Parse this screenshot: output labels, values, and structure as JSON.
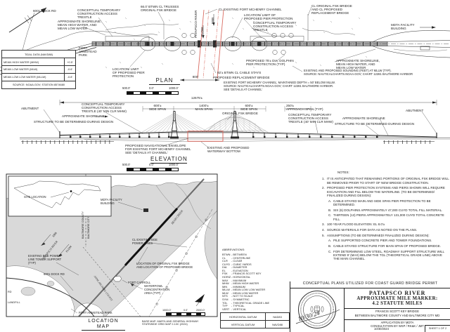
{
  "colors": {
    "red": "#d96a60",
    "line": "#2b2b2b",
    "water": "#d9d9d9"
  },
  "plan": {
    "title": "PLAN",
    "labels": {
      "dock_rd": "6001 DOCK RD",
      "temp_trestle_left": "CONCEPTUAL TEMPORARY\nCONSTRUCTION ACCESS\nTRESTLE",
      "shoreline_left": "APPROXIMATE SHORELINE:\nMEAN HIGH WATER, AND\nMEAN LOW WATER",
      "btwn_trusses": "66.0' BTWN CL TRUSSES\nORIGINAL FSK BRIDGE",
      "patapsco_river": "PATAPSCO RIVER",
      "flow": "FLOW",
      "ebb": "EBB",
      "mchenry_channel": "CL EXISTING FORT MCHENRY CHANNEL",
      "pier_prot_top": "LOCATION/ LIMIT OF\nPROPOSED PIER PROTECTION",
      "temp_trestle_mid": "CONCEPTUAL TEMPORARY\nCONSTRUCTION ACCESS\nTRESTLE",
      "cl_bridges": "CL ORIGINAL FSK BRIDGE\nAND CL PROPOSED\nREPLACEMENT BRIDGE",
      "mdta_facility": "MDTA FACILITY\nBUILDING",
      "fort_armstead": "FORT\nARMSTEAD\nPARK",
      "pier_prot_left": "LOCATION/ LIMIT\nOF PROPOSED PIER\nPROTECTION",
      "dolphins": "PROPOSED 75'± DIA. DOLPHIN\nPIER PROTECTION (TYP)",
      "shoreline_right": "APPROXIMATE SHORELINE,\nMEAN HIGH WATER, AND\nMEAN LOW WATER",
      "soundings": "EXISTING AND PROPOSED SOUNDING (FEET) AT MLLW (TYP).\nSOURCE: NAUTICALCHARTS.NOAA.GOV; CHART 12281 BALTIMORE HARBOR",
      "cable_stays": "92'± BTWN CL CABLE STAYS",
      "replacement_bridge": "PROPOSED REPLACEMENT BRIDGE",
      "dim_800": "800'",
      "channel_note": "EXISTING FORT MCHENRY CHANNEL; MAINTAINED DEPTH = 50' BELOW MLLW.\nSOURCE: NAUTICALCHARTS.NOAA.GOV; CHART 12281 BALTIMORE HARBOR.\nSEE 'DETAILS AT CHANNEL'"
    },
    "scale": {
      "left": "500.0'",
      "zero": "0.0'",
      "right": "1000.0'"
    },
    "tidal_table": {
      "title": "TIDAL DATA (NAVD88)",
      "rows": [
        {
          "label": "MEAN HIGH WATER (MHW)",
          "value": "+0.5'"
        },
        {
          "label": "MEAN LOW WATER (MLW)",
          "value": "-0.6'"
        },
        {
          "label": "MEAN LOW LOW WATER (MLLW)",
          "value": "-0.8'"
        }
      ],
      "source": "SOURCE: NOAA.GOV; STATION 8574680"
    }
  },
  "elevation": {
    "title": "ELEVATION",
    "dim_total": "12675'±",
    "dims": {
      "side1": "600'±\nSIDE SPAN",
      "main": "1400'±\nMAIN SPAN",
      "side2": "600'±\nSIDE SPAN",
      "approach": "250'±\nAPPROACH SPAN (TYP)"
    },
    "labels": {
      "abutment_left": "ABUTMENT",
      "abutment_right": "ABUTMENT",
      "trestle_left": "CONCEPTUAL TEMPORARY\nCONSTRUCTION ACCESS\nTRESTLE (40' MIN CLR MHW)",
      "trestle_right": "CONCEPTUAL TEMPORARY\nCONSTRUCTION ACCESS\nTRESTLE (40' MIN CLR MHW)",
      "shoreline_left": "APPROXIMATE SHORELINE",
      "shoreline_right": "APPROXIMATE SHORELINE",
      "structure_left": "STRUCTURE TO BE DETERMINED DURING DESIGN",
      "structure_right": "STRUCTURE TO BE DETERMINED DURING DESIGN",
      "original_fsk": "ORIGINAL FSK BRIDGE",
      "nav_envelope": "PROPOSED NAVIGATIONAL ENVELOPE\nFOR EXISTING FORT MCHENRY CHANNEL\nSEE 'DETAILS AT CHANNEL'",
      "waterway_bottom": "EXISTING AND PROPOSED\nWATERWAY BOTTOM"
    },
    "scale": {
      "left": "500.0'",
      "zero": "0.0'",
      "right": "1000.0'"
    }
  },
  "location_map": {
    "title": "LOCATION MAP",
    "inset_label": "SITE LOCATION",
    "labels": {
      "mdta": "MDTA FACILITY\nBUILDING",
      "balt_county": "BALTIMORE COUNTY",
      "balt_city": "BALTIMORE CITY",
      "patapsco": "PATAPSCO RIVER",
      "flow": "FLOW",
      "ebb": "EBB",
      "bge_tower": "EXISTING BGE POWER\nLINE TOWER SUPPORT\n(TYP)",
      "dock_rd": "6001 DOCK RD",
      "rd": "RD",
      "landfill": "LANDFILL",
      "fort_armstead": "FORT ARMSTEAD PARK",
      "bge_lines": "CL EXISTING BGE\nPOWER LINES",
      "bridge_location": "LOCATION OF ORIGINAL FSK BRIDGE\nAND LOCATION OF PROPOSED BRIDGE",
      "fort_carroll": "FORT CARROLL",
      "anne_arundel": "ANNE ARUNDEL COUNTY",
      "waterfowl": "WATERFOWL\nCONCENTRATION\nAREA (TYP)",
      "bear_creek": "BEAR CREEK"
    },
    "scale": {
      "left": "1000.0'",
      "zero": "0.0'",
      "right": "2000.0'"
    },
    "base_map": "BASE MAP: MARYLAND GENERAL HIGHWAY\nSTATEWIDE GRID MAP 2-13C (2024)"
  },
  "abbreviations": {
    "title": "ABBREVIATIONS:",
    "items": [
      {
        "a": "BTWN",
        "d": "BETWEEN"
      },
      {
        "a": "CL",
        "d": "CENTERLINE"
      },
      {
        "a": "CLR",
        "d": "CLEAR"
      },
      {
        "a": "CUYD",
        "d": "CUBIC YARDS"
      },
      {
        "a": "DIA",
        "d": "DIAMETER"
      },
      {
        "a": "EL",
        "d": "ELEVATION"
      },
      {
        "a": "FSK",
        "d": "FRANCIS SCOTT KEY"
      },
      {
        "a": "HORIZ",
        "d": "HORIZONTAL"
      },
      {
        "a": "MAX",
        "d": "MAXIMUM"
      },
      {
        "a": "MHW",
        "d": "MEAN HIGH WATER"
      },
      {
        "a": "MIN",
        "d": "MINIMUM"
      },
      {
        "a": "MLLW",
        "d": "MEAN LOW LOW WATER"
      },
      {
        "a": "MLW",
        "d": "MEAN LOW WATER"
      },
      {
        "a": "NTS",
        "d": "NOT TO SCALE"
      },
      {
        "a": "SYM",
        "d": "SYMMETRIC"
      },
      {
        "a": "TGL",
        "d": "THEORETICAL GRADE LINE"
      },
      {
        "a": "TYP",
        "d": "TYPICAL"
      },
      {
        "a": "VERT",
        "d": "VERTICAL"
      }
    ]
  },
  "datum_table": {
    "rows": [
      {
        "label": "HORIZONTAL DATUM",
        "value": "NAD83"
      },
      {
        "label": "VERTICAL DATUM",
        "value": "NAVD88"
      }
    ]
  },
  "notes": {
    "title": "NOTES:",
    "rows": [
      {
        "n": "1.",
        "t": "IT IS ANTICIPATED THAT REMAINING PORTIONS OF ORIGINAL FSK BRIDGE WILL BE REMOVED PRIOR TO START OF NEW BRIDGE CONSTRUCTION.",
        "level": "lvl0"
      },
      {
        "n": "2.",
        "t": "PROPOSED PIER PROTECTION SYSTEMS AND PIERS SHOWN WILL REQUIRE EXCAVATION AND FILL BELOW THE WATERLINE. (TO BE DETERMINED/ FINALIZED DURING DESIGN):",
        "level": "lvl0"
      },
      {
        "n": "A.",
        "t": "CABLE-STAYED MAIN AND SIDE SPAN PIER PROTECTION TO BE DETERMINED.",
        "level": "lvl1"
      },
      {
        "n": "B.",
        "t": "SIX (6) DOLPHINS APPROXIMATELY 47,000 CUYD TOTAL FILL MATERIAL.",
        "level": "lvl1"
      },
      {
        "n": "C.",
        "t": "THIRTEEN (13) PIERS APPROXIMATELY 131,000 CUYD TOTAL CONCRETE FILL.",
        "level": "lvl1"
      },
      {
        "n": "3.",
        "t": "100 YEAR FLOOD ELEVATION: EL 8.0'±",
        "level": "lvl0"
      },
      {
        "n": "4.",
        "t": "SOURCE MATERIALS FOR DATA AS NOTED ON THE PLANS.",
        "level": "lvl0"
      },
      {
        "n": "5.",
        "t": "ASSUMPTIONS (TO BE DETERMINED/ FINALIZED DURING DESIGN):",
        "level": "lvl0"
      },
      {
        "n": "A.",
        "t": "PILE SUPPORTED CONCRETE PIER AND TOWER FOUNDATIONS.",
        "level": "lvl1"
      },
      {
        "n": "B.",
        "t": "CABLE-STAYED STRUCTURE FOR MAIN SPAN OF PROPOSED BRIDGE.",
        "level": "lvl1"
      },
      {
        "n": "C.",
        "t": "FOR DETERMINING LOW STEEL, ROADWAY SUPPORT STRUCTURE WILL EXTEND 9' (MAX) BELOW THE TGL (THEORETICAL GRADE LINE) ABOVE THE MAIN CHANNEL.",
        "level": "lvl1"
      }
    ]
  },
  "title_block": {
    "banner": "CONCEPTUAL PLANS UTILIZED FOR COAST GUARD BRIDGE PERMIT",
    "river": "PATAPSCO RIVER",
    "mile_marker": "APPROXIMATE MILE MARKER:",
    "miles": "4.2 STATUTE MILES",
    "bridge": "FRANCIS SCOTT KEY BRIDGE",
    "between": "BETWEEN BALTIMORE COUNTY AND BALTIMORE CITY MD",
    "application": "APPLICATION BY MDTA",
    "consultation": "CONSULTATION BY WSP / RK&K / JMT",
    "date": "10/30/2024",
    "sheet": "SHEET 1 OF 2",
    "signature": "10/30/24"
  }
}
